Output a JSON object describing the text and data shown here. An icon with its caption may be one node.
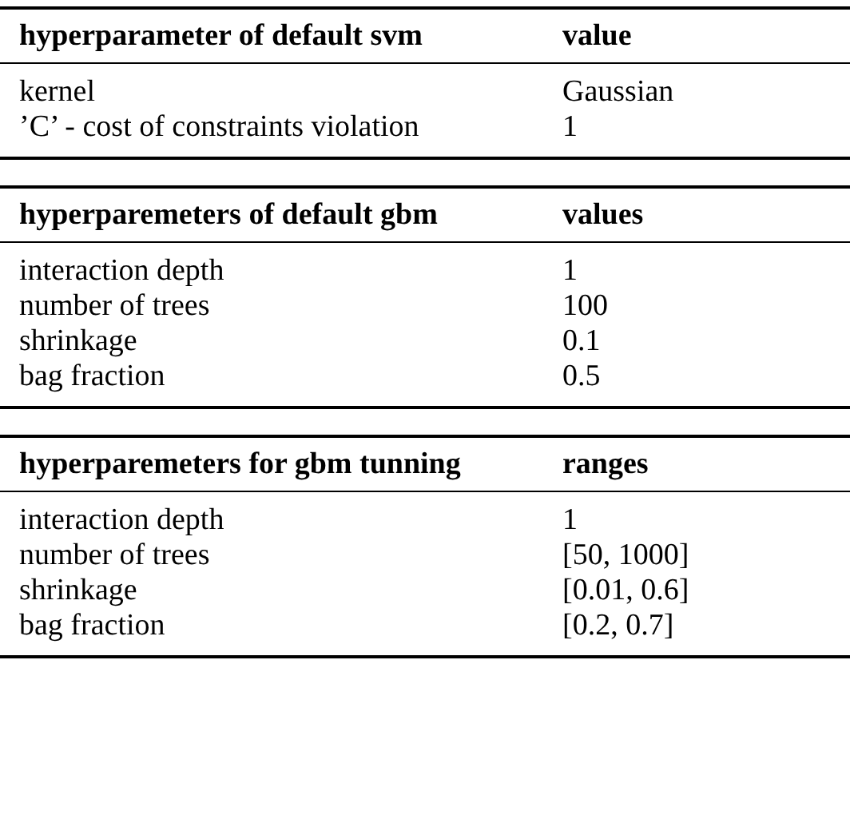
{
  "diagram": {
    "labels": [
      "hyperparameter of default svm",
      "value",
      "kernel",
      "Gaussian",
      "’C’ - cost of constraints violation",
      "1",
      "hyperparemeters of default gbm",
      "values",
      "interaction depth",
      "1",
      "number of trees",
      "100",
      "shrinkage",
      "0.1",
      "bag fraction",
      "0.5",
      "hyperparemeters for gbm tunning",
      "ranges",
      "interaction depth",
      "1",
      "number of trees",
      "[50, 1000]",
      "shrinkage",
      "[0.01, 0.6]",
      "bag fraction",
      "[0.2, 0.7]"
    ]
  }
}
